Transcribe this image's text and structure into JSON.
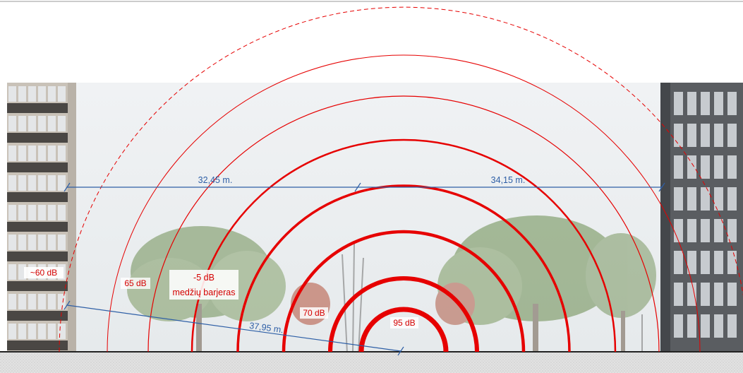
{
  "measurements": {
    "left_distance": "32,45 m.",
    "right_distance": "34,15 m.",
    "diagonal_distance": "37,95 m."
  },
  "labels": {
    "source_level": "95 dB",
    "level_70": "70 dB",
    "tree_barrier_db": "-5 dB",
    "tree_barrier_text": "medžių barjeras",
    "level_65": "65 dB",
    "facade_level": "~60 dB"
  },
  "colors": {
    "wave": "#e60000",
    "dimension": "#2e5fa6",
    "building": "#55585c",
    "ground": "#d4d4d4"
  }
}
